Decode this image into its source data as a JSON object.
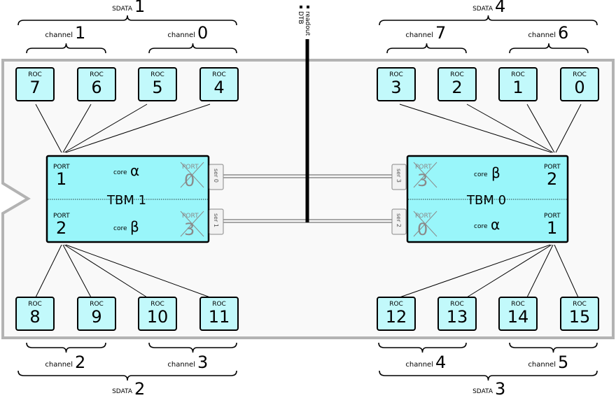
{
  "sdata": {
    "top_left": {
      "label": "SDATA",
      "num": "1"
    },
    "top_right": {
      "label": "SDATA",
      "num": "4"
    },
    "bottom_left": {
      "label": "SDATA",
      "num": "2"
    },
    "bottom_right": {
      "label": "SDATA",
      "num": "3"
    }
  },
  "channels": {
    "tl_a": {
      "label": "channel",
      "num": "1"
    },
    "tl_b": {
      "label": "channel",
      "num": "0"
    },
    "tr_a": {
      "label": "channel",
      "num": "7"
    },
    "tr_b": {
      "label": "channel",
      "num": "6"
    },
    "bl_a": {
      "label": "channel",
      "num": "2"
    },
    "bl_b": {
      "label": "channel",
      "num": "3"
    },
    "br_a": {
      "label": "channel",
      "num": "4"
    },
    "br_b": {
      "label": "channel",
      "num": "5"
    }
  },
  "roc_label": "ROC",
  "rocs": {
    "top_left": [
      "7",
      "6",
      "5",
      "4"
    ],
    "top_right": [
      "3",
      "2",
      "1",
      "0"
    ],
    "bottom_left": [
      "8",
      "9",
      "10",
      "11"
    ],
    "bottom_right": [
      "12",
      "13",
      "14",
      "15"
    ]
  },
  "readout": {
    "line1": "readout",
    "line2": "DTB"
  },
  "port_label": "PORT",
  "core_label": "core",
  "tbm1": {
    "name": "TBM 1",
    "port_top": "1",
    "port_bottom": "2",
    "core_top": "α",
    "core_bottom": "β",
    "disabled_top": "0",
    "disabled_bottom": "3",
    "ser_top": "ser 0",
    "ser_bottom": "ser 1"
  },
  "tbm0": {
    "name": "TBM 0",
    "port_top": "2",
    "port_bottom": "1",
    "core_top": "β",
    "core_bottom": "α",
    "disabled_top": "3",
    "disabled_bottom": "0",
    "ser_top": "ser 3",
    "ser_bottom": "ser 2"
  },
  "colors": {
    "roc_fill": "#c2f9fb",
    "tbm_fill": "#99f6fa",
    "panel_fill": "#f9f9f9",
    "panel_border": "#b3b3b3",
    "disabled_text": "#8a8a8a"
  }
}
